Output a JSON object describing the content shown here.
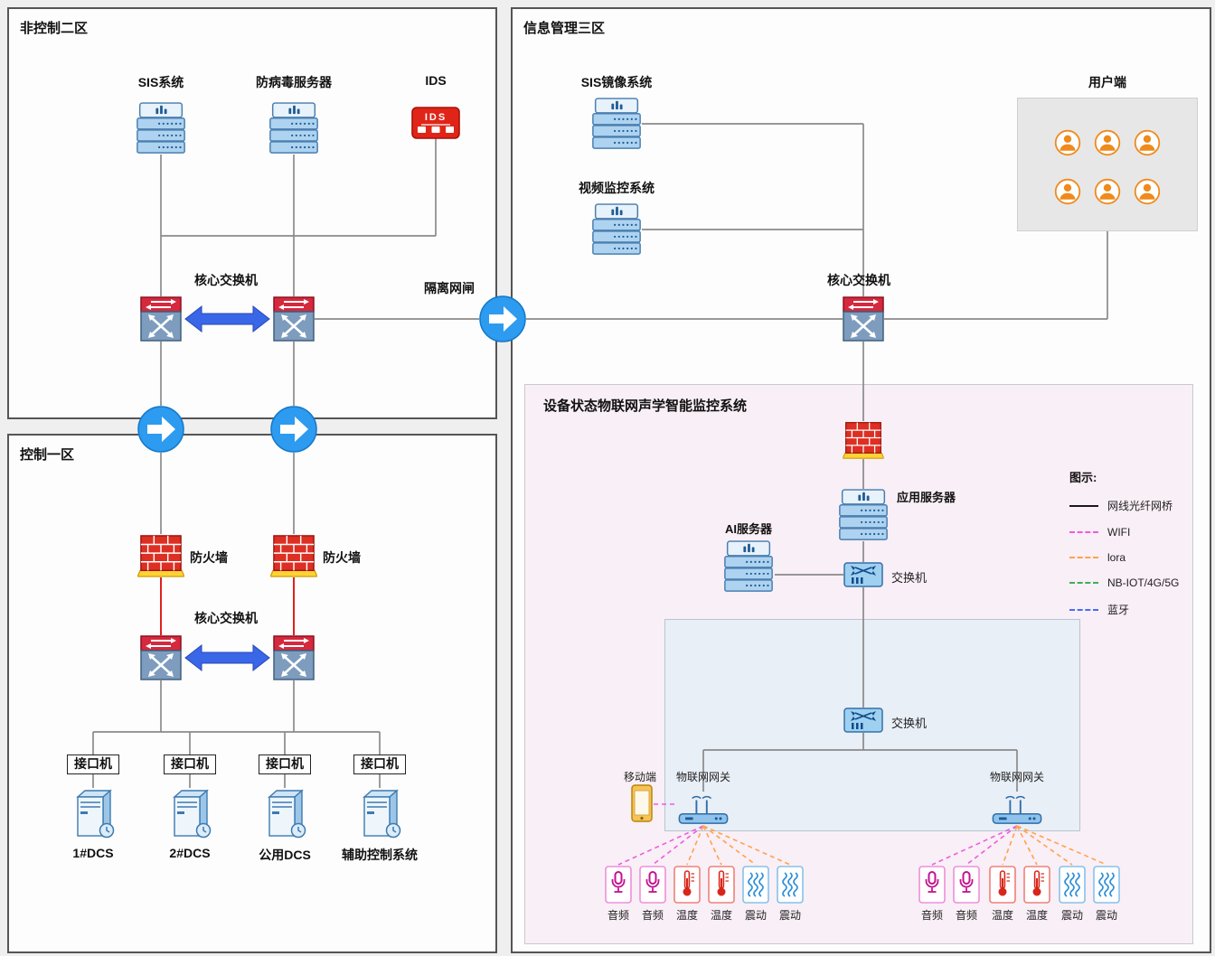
{
  "zones": {
    "noncontrol2": "非控制二区",
    "control1": "控制一区",
    "info3": "信息管理三区",
    "iot": "设备状态物联网声学智能监控系统"
  },
  "noncontrol2": {
    "sis_label": "SIS系统",
    "antivirus_label": "防病毒服务器",
    "ids_label": "IDS",
    "ids_icon_text": "IDS",
    "core_switch_label": "核心交换机",
    "isolation_label": "隔离网闸"
  },
  "control1": {
    "firewall_label": "防火墙",
    "core_switch_label": "核心交换机",
    "interface_label": "接口机",
    "dcs_labels": [
      "1#DCS",
      "2#DCS",
      "公用DCS",
      "辅助控制系统"
    ]
  },
  "info3": {
    "sis_mirror_label": "SIS镜像系统",
    "video_label": "视频监控系统",
    "users_label": "用户端",
    "core_switch_label": "核心交换机"
  },
  "iot": {
    "app_server_label": "应用服务器",
    "ai_server_label": "AI服务器",
    "switch_label": "交换机",
    "mobile_label": "移动端",
    "gateway_label": "物联网网关",
    "sensor_labels": [
      "音频",
      "音频",
      "温度",
      "温度",
      "震动",
      "震动"
    ]
  },
  "legend": {
    "title": "图示:",
    "items": [
      {
        "label": "网线光纤网桥",
        "color": "#1a1a1a",
        "style": "solid"
      },
      {
        "label": "WIFI",
        "color": "#ee5ce0",
        "style": "dashed"
      },
      {
        "label": "lora",
        "color": "#ffa24d",
        "style": "dashed"
      },
      {
        "label": "NB-IOT/4G/5G",
        "color": "#3cb054",
        "style": "dashed"
      },
      {
        "label": "蓝牙",
        "color": "#4a6cf0",
        "style": "dashed"
      }
    ]
  },
  "colors": {
    "wire": "#8a8a8a",
    "firewall_link": "#e02020",
    "flow_arrow": "#3a66e8",
    "gateway_circle": "#2d9bf0",
    "user_accent": "#ef8a1c",
    "firewall_red": "#dd2f23",
    "server_blue": "#aed3f0"
  }
}
